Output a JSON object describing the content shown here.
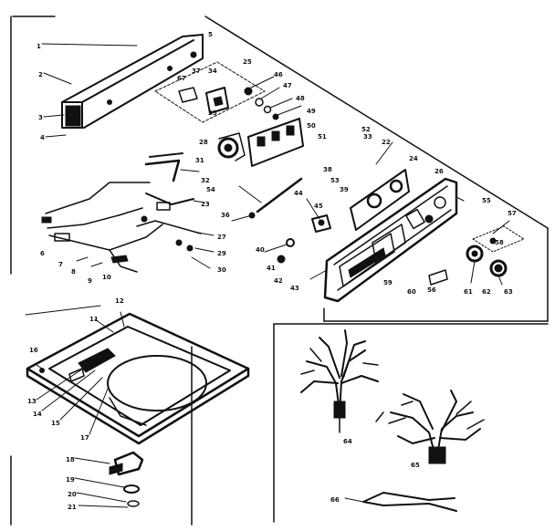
{
  "labels": {
    "n1": "1",
    "n2": "2",
    "n3": "3",
    "n4": "4",
    "n5": "5",
    "n6": "6",
    "n7": "7",
    "n8": "8",
    "n9": "9",
    "n10": "10",
    "n11": "11",
    "n12": "12",
    "n13": "13",
    "n14": "14",
    "n15": "15",
    "n16": "16",
    "n17": "17",
    "n18": "18",
    "n19": "19",
    "n20": "20",
    "n21": "21",
    "n22": "22",
    "n23": "23",
    "n24": "24",
    "n25": "25",
    "n26": "26",
    "n27": "27",
    "n28": "28",
    "n29": "29",
    "n30": "30",
    "n31": "31",
    "n32": "32",
    "n33": "33",
    "n34": "34",
    "n35": "35",
    "n36": "36",
    "n37": "37",
    "n38": "38",
    "n39": "39",
    "n40": "40",
    "n41": "41",
    "n42": "42",
    "n43": "43",
    "n44": "44",
    "n45": "45",
    "n46": "46",
    "n47": "47",
    "n48": "48",
    "n49": "49",
    "n50": "50",
    "n51": "51",
    "n52": "52",
    "n53": "53",
    "n54": "54",
    "n55": "55",
    "n56": "56",
    "n57": "57",
    "n58": "58",
    "n59": "59",
    "n60": "60",
    "n61": "61",
    "n62": "62",
    "n63": "63",
    "n64": "64",
    "n65": "65",
    "n66": "66",
    "n67": "67"
  },
  "colors": {
    "ink": "#111111",
    "paper": "#ffffff"
  }
}
